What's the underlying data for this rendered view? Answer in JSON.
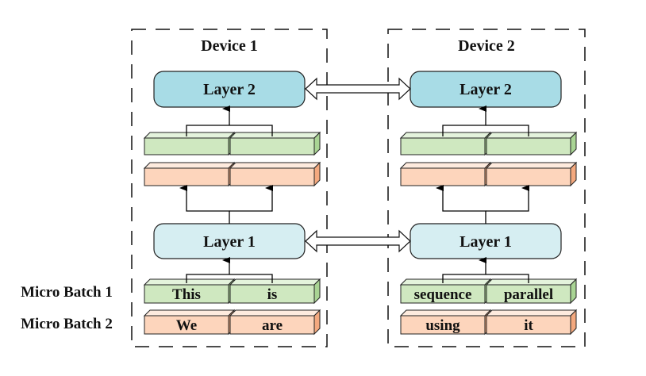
{
  "devices": [
    {
      "title": "Device 1",
      "layer_top": "Layer 2",
      "layer_bottom": "Layer 1",
      "micro_batch_1_tokens": [
        "This",
        "is"
      ],
      "micro_batch_2_tokens": [
        "We",
        "are"
      ]
    },
    {
      "title": "Device 2",
      "layer_top": "Layer 2",
      "layer_bottom": "Layer 1",
      "micro_batch_1_tokens": [
        "sequence",
        "parallel"
      ],
      "micro_batch_2_tokens": [
        "using",
        "it"
      ]
    }
  ],
  "row_labels": [
    "Micro Batch 1",
    "Micro Batch 2"
  ],
  "colors": {
    "layer2_fill": "#a8dce6",
    "layer1_fill": "#d6eef2",
    "green_fill": "#cfe8c0",
    "green_top": "#e4f3dc",
    "green_side": "#a9d494",
    "orange_fill": "#fdd5bc",
    "orange_top": "#feebde",
    "orange_side": "#f4a97f",
    "stroke": "#222222"
  }
}
